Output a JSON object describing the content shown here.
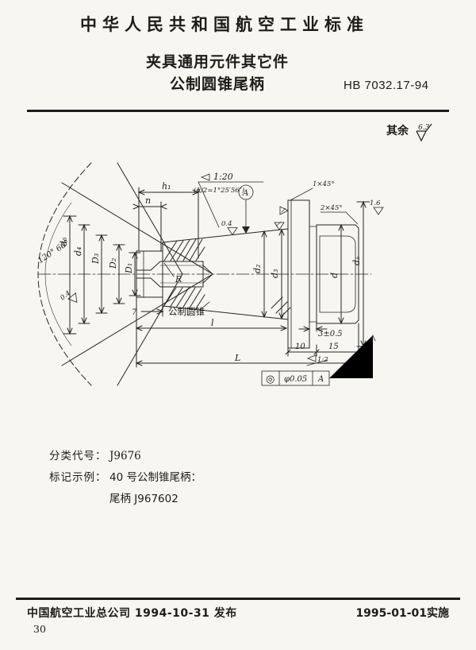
{
  "header": {
    "title": "中华人民共和国航空工业标准",
    "subtitle1": "夹具通用元件其它件",
    "subtitle2": "公制圆锥尾柄",
    "code": "HB 7032.17-94"
  },
  "surface_note": {
    "prefix": "其余",
    "value": "6.3"
  },
  "drawing": {
    "taper_ratio": "1:20",
    "half_angle": "(α/2=1°25′56″)",
    "datum": "A",
    "chamfer_small_end": "1×45°",
    "chamfer_pilot": "2×45°",
    "finish_taper": "0.4",
    "finish_center": "0.4",
    "finish_pilot": "1.6",
    "angles": "120° 60°",
    "taper_name": "公制圆锥",
    "end_taper": "1:2",
    "dims": {
      "h1": "h₁",
      "n": "n",
      "d6": "d₆",
      "d4": "d₄",
      "D3": "D₃",
      "D2": "D₂",
      "D1": "D₁",
      "R": "R",
      "seven": "7",
      "l": "l",
      "L": "L",
      "groove": "3±0.5",
      "ten": "10",
      "fifteen": "15",
      "d2": "d₂",
      "d3": "d₃",
      "d": "d",
      "d5": "d₅"
    },
    "tolerance": {
      "symbol": "◎",
      "value": "φ0.05",
      "datum": "A"
    }
  },
  "info": {
    "class_label": "分类代号：",
    "class_value": "J9676",
    "mark_label": "标记示例：",
    "mark_example": "40 号公制锥尾柄：",
    "mark_item": "尾柄  J967602"
  },
  "footer": {
    "publisher": "中国航空工业总公司 1994-10-31 发布",
    "effective": "1995-01-01实施",
    "page": "30"
  }
}
